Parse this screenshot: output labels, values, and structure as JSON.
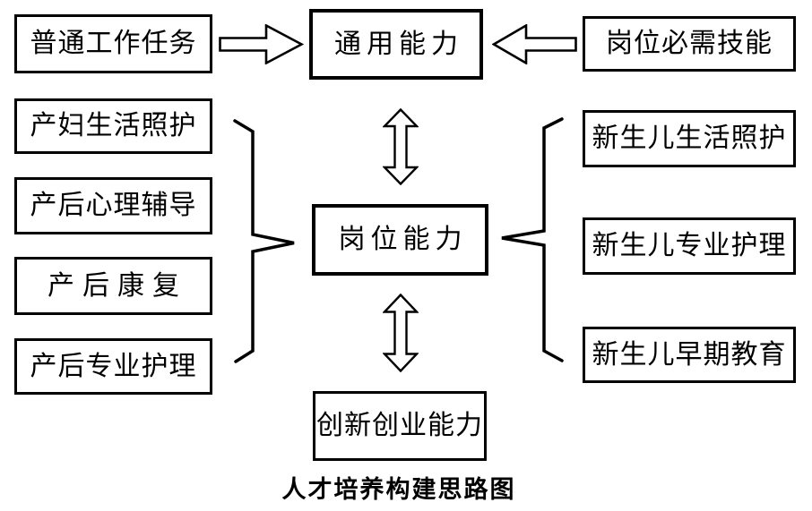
{
  "diagram": {
    "caption": "人才培养构建思路图",
    "top_row": {
      "left_box": "普通工作任务",
      "center_box": "通用能力",
      "right_box": "岗位必需技能"
    },
    "center_box": "岗位能力",
    "bottom_box": "创新创业能力",
    "left_column": [
      "产妇生活照护",
      "产后心理辅导",
      "产后康复",
      "产后专业护理"
    ],
    "right_column": [
      "新生儿生活照护",
      "新生儿专业护理",
      "新生儿早期教育"
    ],
    "icons": {
      "arrow_left_to_center": "block-arrow-right",
      "arrow_right_to_center": "block-arrow-left",
      "vertical_links": "double-headed-arrow",
      "left_group_connector": "brace-pointing-right",
      "right_group_connector": "brace-pointing-left"
    },
    "colors": {
      "line": "#000000",
      "background": "#ffffff",
      "text": "#000000"
    }
  }
}
